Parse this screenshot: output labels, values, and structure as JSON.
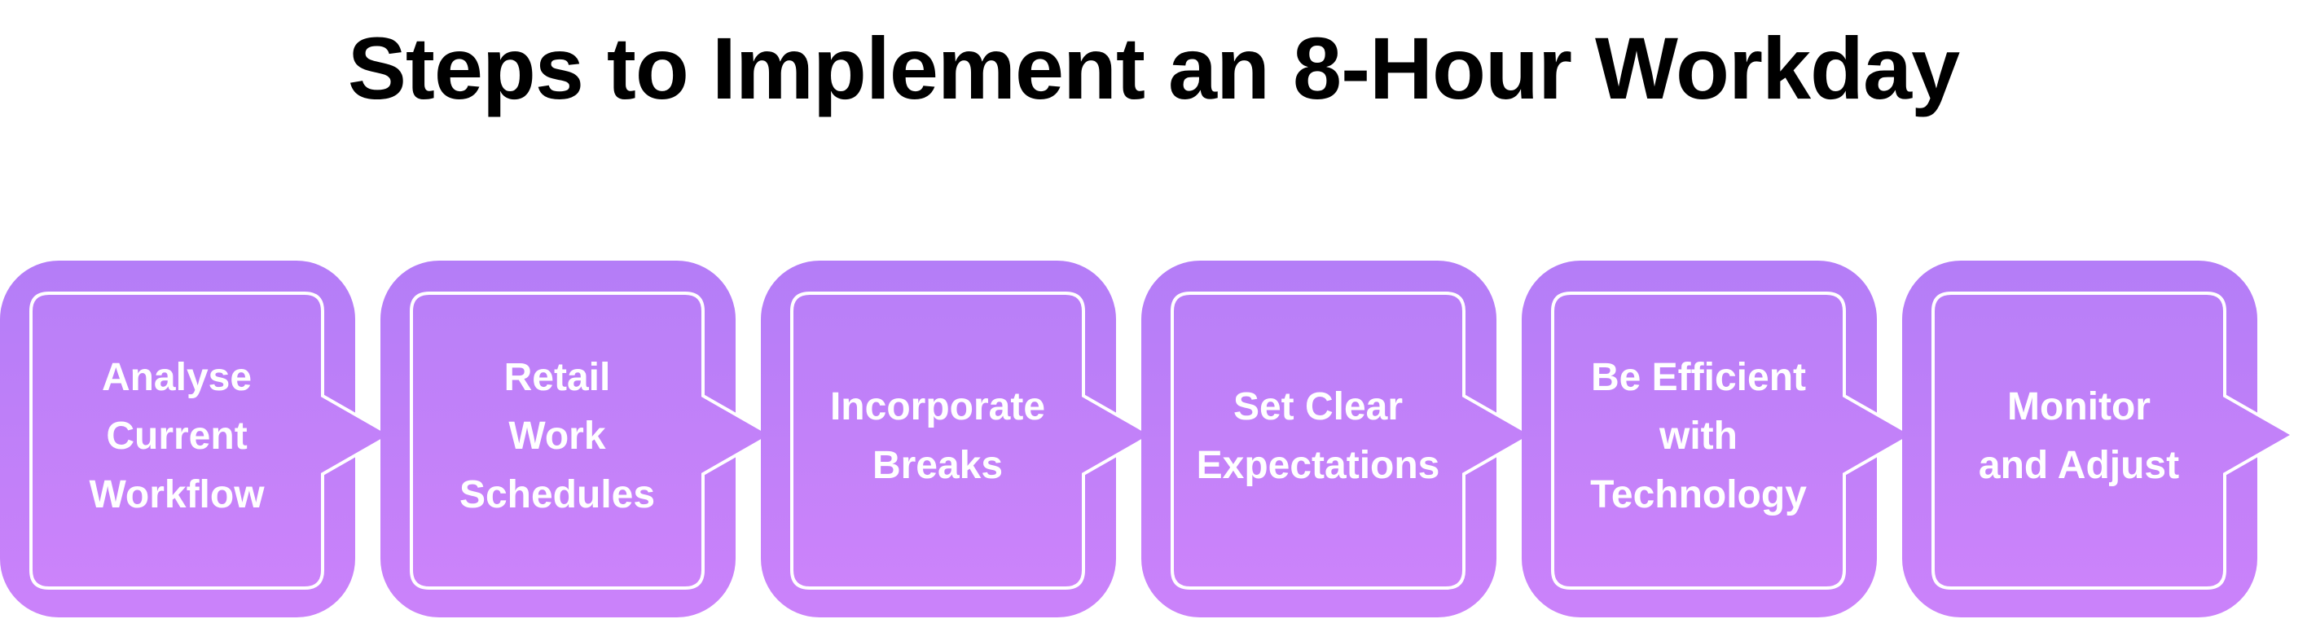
{
  "title": "Steps to Implement an 8-Hour Workday",
  "colors": {
    "outer_top": "#b47df7",
    "outer_bottom": "#cb82fa",
    "inner_top": "#b97ff8",
    "inner_bottom": "#cc83fa",
    "border": "#ffffff",
    "text": "#ffffff"
  },
  "steps": [
    {
      "lines": [
        "Analyse",
        "Current",
        "Workflow"
      ]
    },
    {
      "lines": [
        "Retail",
        "Work",
        "Schedules"
      ]
    },
    {
      "lines": [
        "Incorporate",
        "Breaks"
      ]
    },
    {
      "lines": [
        "Set Clear",
        "Expectations"
      ]
    },
    {
      "lines": [
        "Be Efficient",
        "with",
        "Technology"
      ]
    },
    {
      "lines": [
        "Monitor",
        "and Adjust"
      ]
    }
  ]
}
